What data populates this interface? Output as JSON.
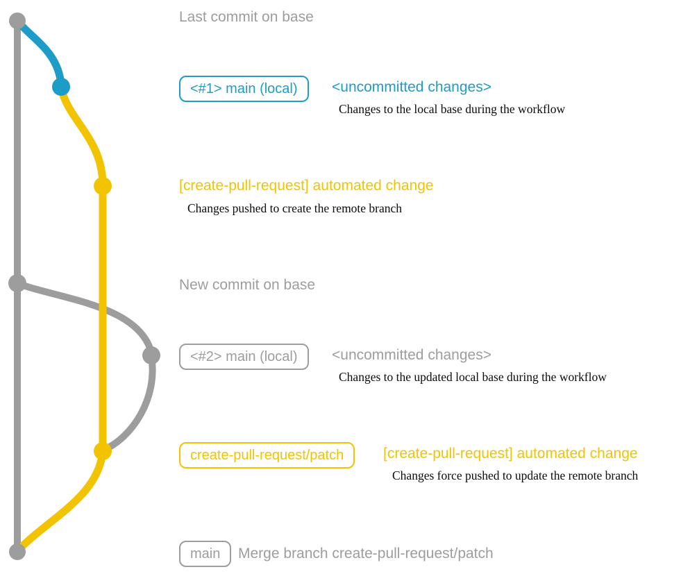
{
  "colors": {
    "gray": "#9d9d9d",
    "blue": "#1d9cc8",
    "yellow": "#f2c300"
  },
  "diagram": {
    "last_commit": {
      "title": "Last commit on base"
    },
    "local_main_1": {
      "tag": "<#1> main (local)",
      "status": "<uncommitted changes>",
      "description": "Changes to the local base during the workflow"
    },
    "push_1": {
      "message": "[create-pull-request] automated change",
      "description": "Changes pushed to create the remote branch"
    },
    "new_commit": {
      "title": "New commit on base"
    },
    "local_main_2": {
      "tag": "<#2> main (local)",
      "status": "<uncommitted changes>",
      "description": "Changes to the updated local base during the workflow"
    },
    "push_2": {
      "tag": "create-pull-request/patch",
      "message": "[create-pull-request] automated change",
      "description": "Changes force pushed to update the remote branch"
    },
    "merge": {
      "tag": "main",
      "message": "Merge branch create-pull-request/patch"
    }
  }
}
